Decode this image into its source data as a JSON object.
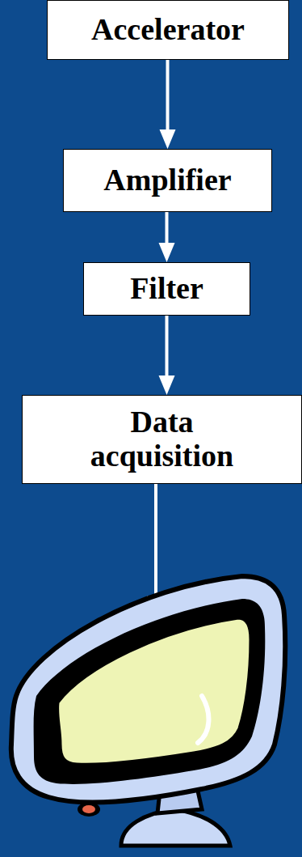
{
  "diagram": {
    "nodes": [
      {
        "text": [
          "Accelerator"
        ]
      },
      {
        "text": [
          "Amplifier"
        ]
      },
      {
        "text": [
          "Filter"
        ]
      },
      {
        "text": [
          "Data acquisition"
        ]
      }
    ],
    "edges": [
      {
        "from": 0,
        "to": 1,
        "arrow": "to"
      },
      {
        "from": 1,
        "to": 2,
        "arrow": "to"
      },
      {
        "from": 2,
        "to": 3,
        "arrow": "to"
      }
    ]
  }
}
